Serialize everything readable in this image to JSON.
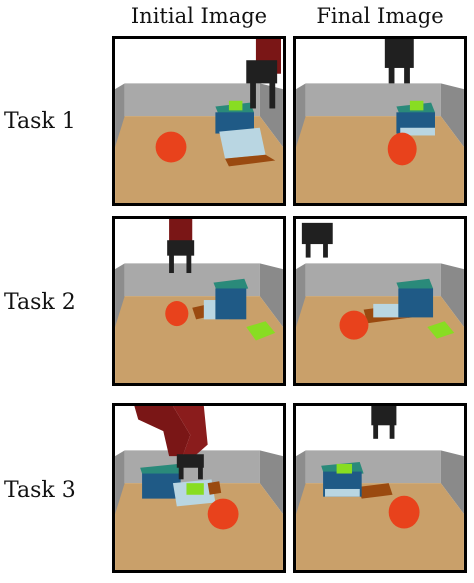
{
  "columns": {
    "initial": "Initial Image",
    "final": "Final Image"
  },
  "rows": [
    {
      "label": "Task 1"
    },
    {
      "label": "Task 2"
    },
    {
      "label": "Task 3"
    }
  ],
  "colors": {
    "floor": "#c9a06a",
    "wall": "#8d8d8d",
    "wall_top": "#a9a9a9",
    "robot_arm": "#7a1616",
    "gripper": "#202020",
    "cylinder": "#e8421c",
    "bin": "#1f5a86",
    "bin_rim": "#2a8a7a",
    "drawer": "#b9d6e2",
    "drawer_frame": "#9a4a10",
    "cube": "#88dd22"
  }
}
